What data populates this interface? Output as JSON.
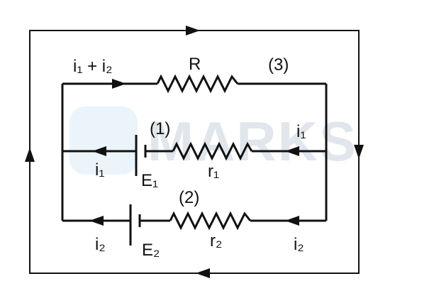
{
  "diagram": {
    "title": "",
    "labels": {
      "branch3_current": "i₁ + i₂",
      "resistor_R": "R",
      "branch3_tag": "(3)",
      "branch1_tag": "(1)",
      "branch1_current_right": "i₁",
      "branch1_current_left": "i₁",
      "emf1": "E₁",
      "r1": "r₁",
      "branch2_tag": "(2)",
      "branch2_current_left": "i₂",
      "emf2": "E₂",
      "r2": "r₂",
      "branch2_current_right": "i₂"
    },
    "watermark": "MARKS"
  }
}
